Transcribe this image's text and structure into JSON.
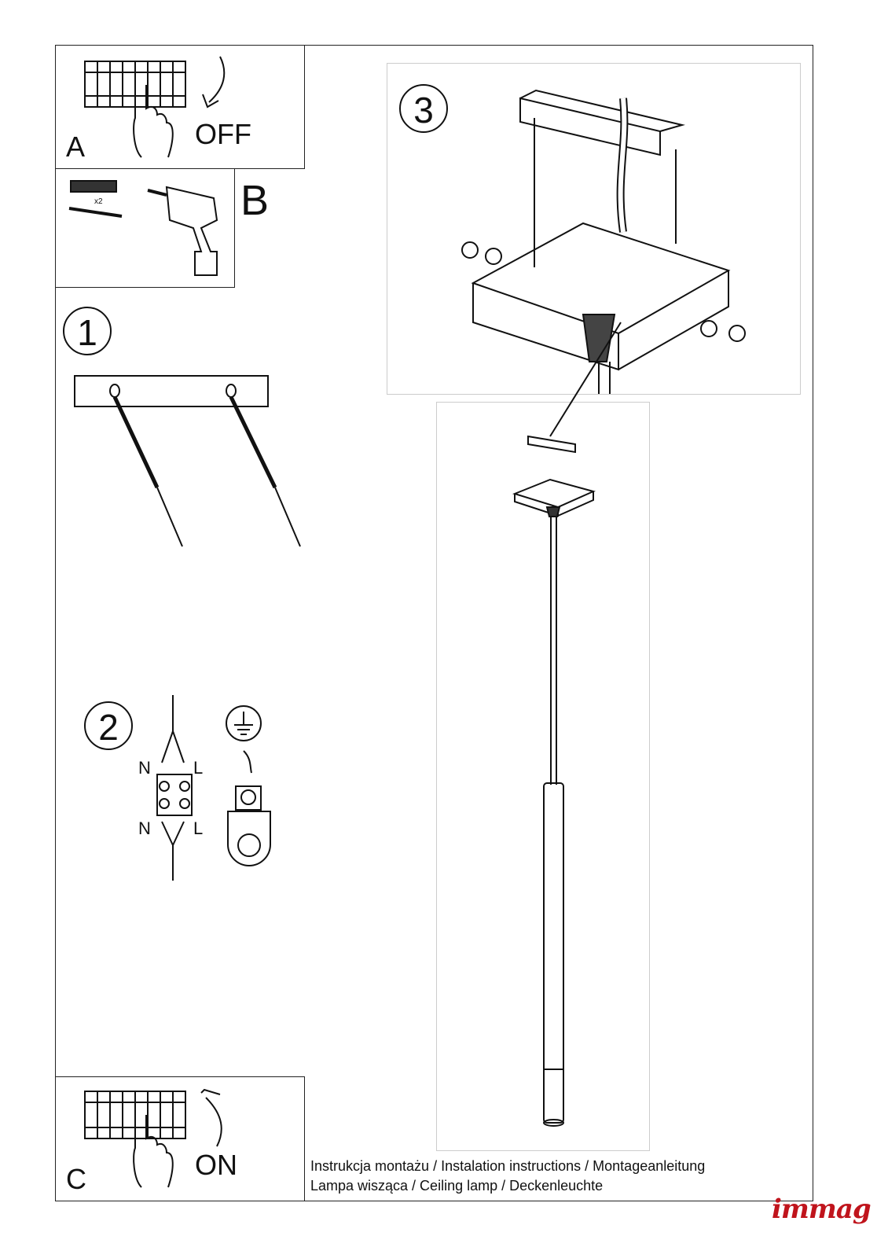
{
  "panels": {
    "a": {
      "letter": "A",
      "action": "OFF"
    },
    "b": {
      "letter": "B",
      "quantity": "x2"
    },
    "c": {
      "letter": "C",
      "action": "ON"
    }
  },
  "steps": [
    {
      "number": "1"
    },
    {
      "number": "2",
      "neutral": "N",
      "live": "L"
    },
    {
      "number": "3"
    }
  ],
  "footer": {
    "line1": "Instrukcja montażu / Instalation instructions / Montageanleitung",
    "line2": "Lampa wisząca / Ceiling lamp / Deckenleuchte"
  },
  "brand": {
    "logo_text": "immag",
    "color": "#c0141c"
  }
}
